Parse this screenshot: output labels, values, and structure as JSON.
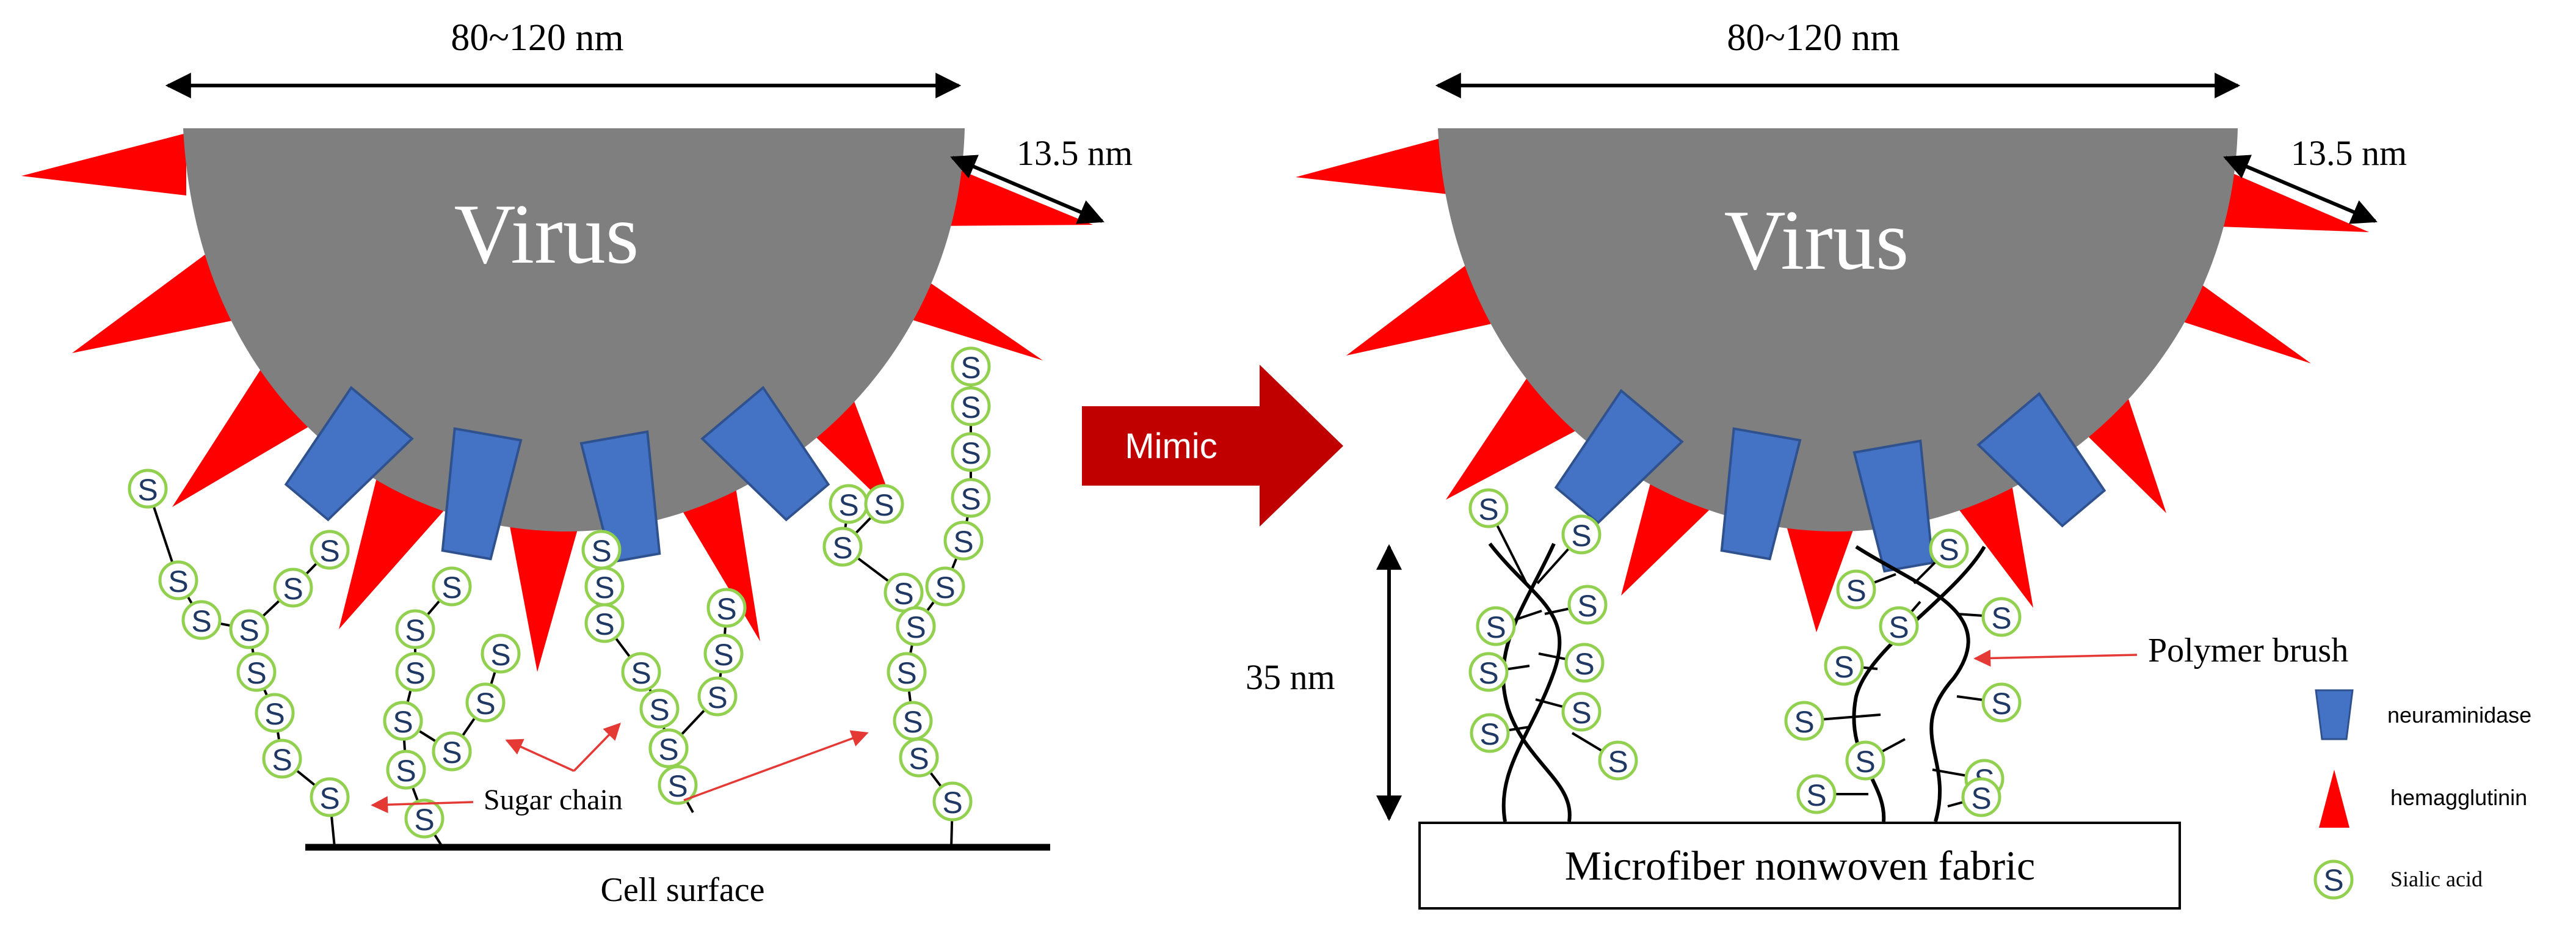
{
  "left_panel": {
    "width_label": "80~120 nm",
    "spike_label": "13.5 nm",
    "virus_label": "Virus",
    "sugar_chain_label": "Sugar chain",
    "cell_surface_label": "Cell surface",
    "sialic_symbol": "S"
  },
  "arrow": {
    "label": "Mimic"
  },
  "right_panel": {
    "width_label": "80~120 nm",
    "spike_label": "13.5 nm",
    "virus_label": "Virus",
    "height_label": "35 nm",
    "polymer_brush_label": "Polymer brush",
    "fabric_label": "Microfiber nonwoven fabric",
    "sialic_symbol": "S"
  },
  "legend": {
    "items": [
      {
        "label": "neuraminidase",
        "icon": "trapezoid-icon"
      },
      {
        "label": "hemagglutinin",
        "icon": "triangle-icon"
      },
      {
        "label": "Sialic acid",
        "icon": "sialic-acid-icon",
        "symbol": "S"
      }
    ]
  },
  "colors": {
    "virus": "#7f7f7f",
    "hemagglutinin": "#ff0000",
    "neuraminidase": "#4472c4",
    "neuraminidase_border": "#2f528f",
    "sialic_ring": "#92d050",
    "sialic_text": "#1f3864",
    "mimic_arrow": "#c00000",
    "leader_line": "#ff6b6b"
  }
}
